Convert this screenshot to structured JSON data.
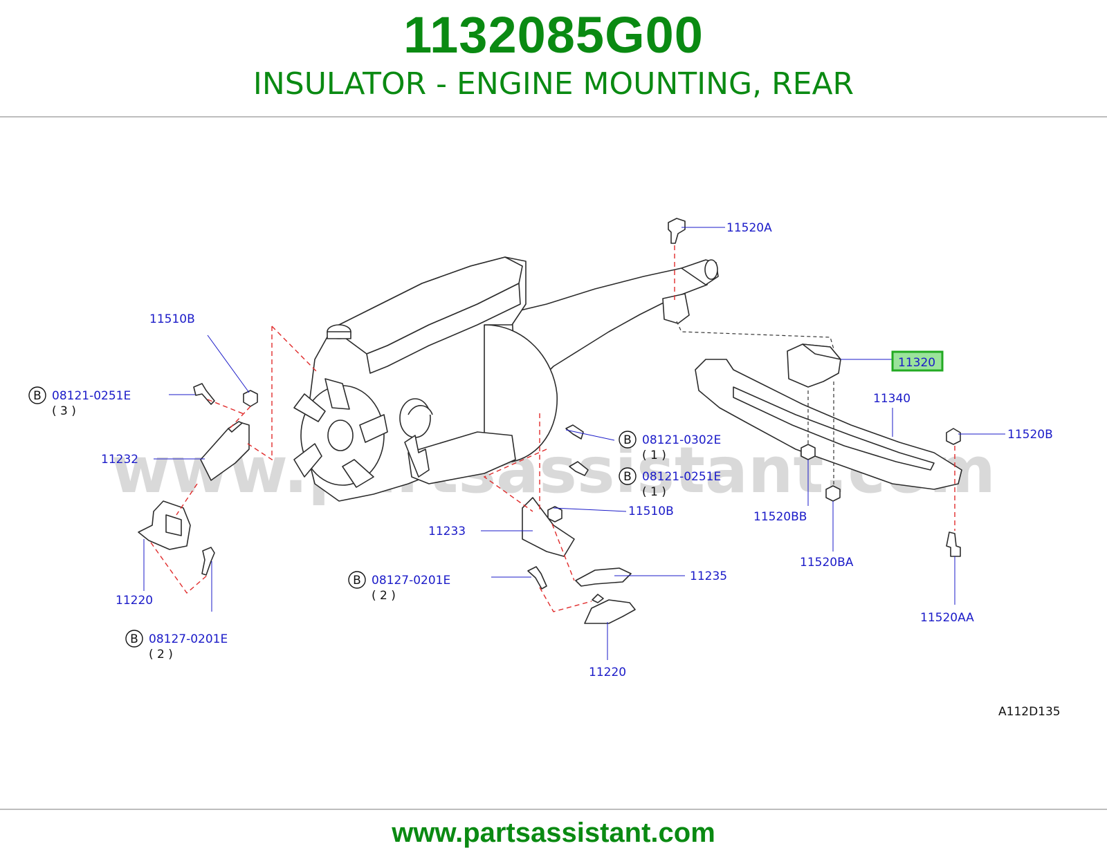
{
  "header": {
    "part_number": "1132085G00",
    "part_name": "INSULATOR - ENGINE MOUNTING, REAR"
  },
  "watermark": "www.partsassistant.com",
  "footer": {
    "url": "www.partsassistant.com"
  },
  "diagram": {
    "reference_code": "A112D135",
    "bolt_prefix": "B",
    "labels": {
      "l_11520A": "11520A",
      "l_11510B_top": "11510B",
      "l_08121_0251E_left": "08121-0251E",
      "l_qty_3": "( 3 )",
      "l_11232": "11232",
      "l_11220_left": "11220",
      "l_08127_0201E_left": "08127-0201E",
      "l_qty_2_left": "( 2 )",
      "l_08121_0302E": "08121-0302E",
      "l_qty_1_a": "( 1 )",
      "l_08121_0251E_mid": "08121-0251E",
      "l_qty_1_b": "( 1 )",
      "l_11510B_mid": "11510B",
      "l_11233": "11233",
      "l_08127_0201E_mid": "08127-0201E",
      "l_qty_2_mid": "( 2 )",
      "l_11235": "11235",
      "l_11220_mid": "11220",
      "l_11320": "11320",
      "l_11340": "11340",
      "l_11520B": "11520B",
      "l_11520BB": "11520BB",
      "l_11520BA": "11520BA",
      "l_11520AA": "11520AA"
    },
    "highlight_color": "#22aa22",
    "highlight_fill": "#9be39b"
  }
}
